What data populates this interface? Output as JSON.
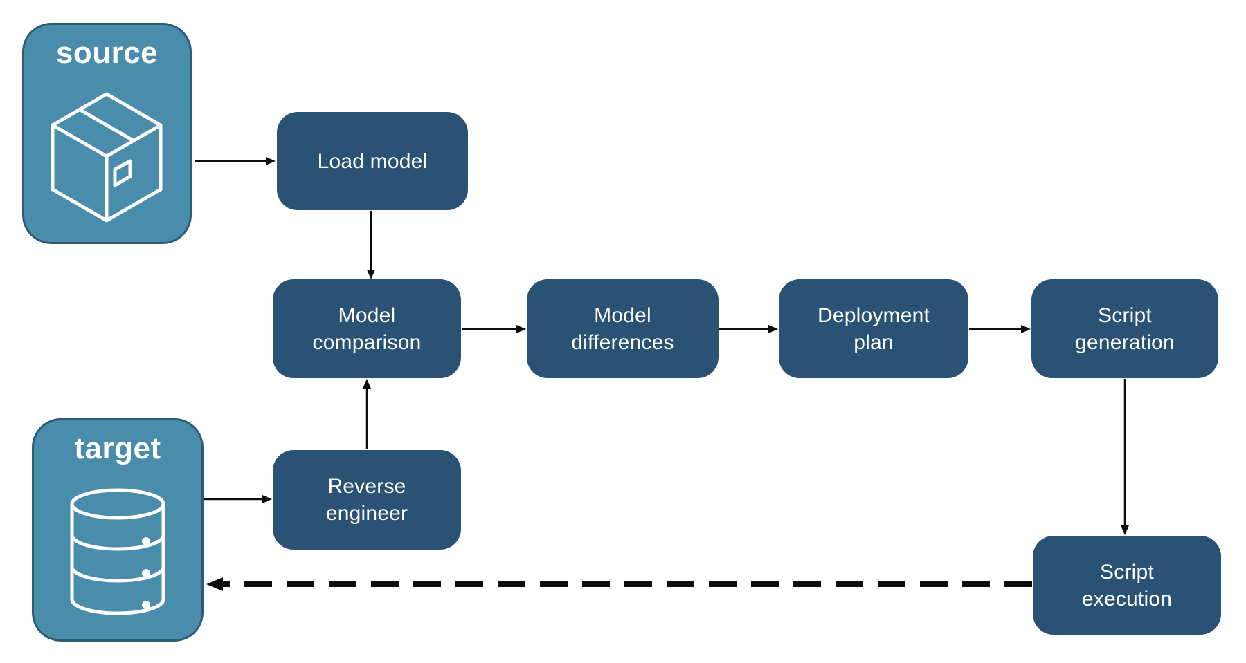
{
  "colors": {
    "background": "#FFFFFF",
    "endpoint_fill": "#4A8CAC",
    "endpoint_border": "#2C5C74",
    "node_fill": "#2A5274",
    "label_text": "#FFFFFF",
    "arrow": "#0D0D0D"
  },
  "endpoints": {
    "source": {
      "label": "source",
      "icon": "package-icon"
    },
    "target": {
      "label": "target",
      "icon": "database-icon"
    }
  },
  "nodes": [
    {
      "id": "load-model",
      "label": "Load model",
      "lines": [
        "Load model"
      ]
    },
    {
      "id": "model-comparison",
      "label": "Model comparison",
      "lines": [
        "Model",
        "comparison"
      ]
    },
    {
      "id": "model-differences",
      "label": "Model differences",
      "lines": [
        "Model",
        "differences"
      ]
    },
    {
      "id": "deployment-plan",
      "label": "Deployment plan",
      "lines": [
        "Deployment",
        "plan"
      ]
    },
    {
      "id": "script-generation",
      "label": "Script generation",
      "lines": [
        "Script",
        "generation"
      ]
    },
    {
      "id": "reverse-engineer",
      "label": "Reverse engineer",
      "lines": [
        "Reverse",
        "engineer"
      ]
    },
    {
      "id": "script-execution",
      "label": "Script execution",
      "lines": [
        "Script",
        "execution"
      ]
    }
  ],
  "edges": [
    {
      "from": "source",
      "to": "load-model",
      "style": "solid"
    },
    {
      "from": "load-model",
      "to": "model-comparison",
      "style": "solid"
    },
    {
      "from": "model-comparison",
      "to": "model-differences",
      "style": "solid"
    },
    {
      "from": "model-differences",
      "to": "deployment-plan",
      "style": "solid"
    },
    {
      "from": "deployment-plan",
      "to": "script-generation",
      "style": "solid"
    },
    {
      "from": "script-generation",
      "to": "script-execution",
      "style": "solid"
    },
    {
      "from": "target",
      "to": "reverse-engineer",
      "style": "solid"
    },
    {
      "from": "reverse-engineer",
      "to": "model-comparison",
      "style": "solid"
    },
    {
      "from": "script-execution",
      "to": "target",
      "style": "dashed"
    }
  ]
}
